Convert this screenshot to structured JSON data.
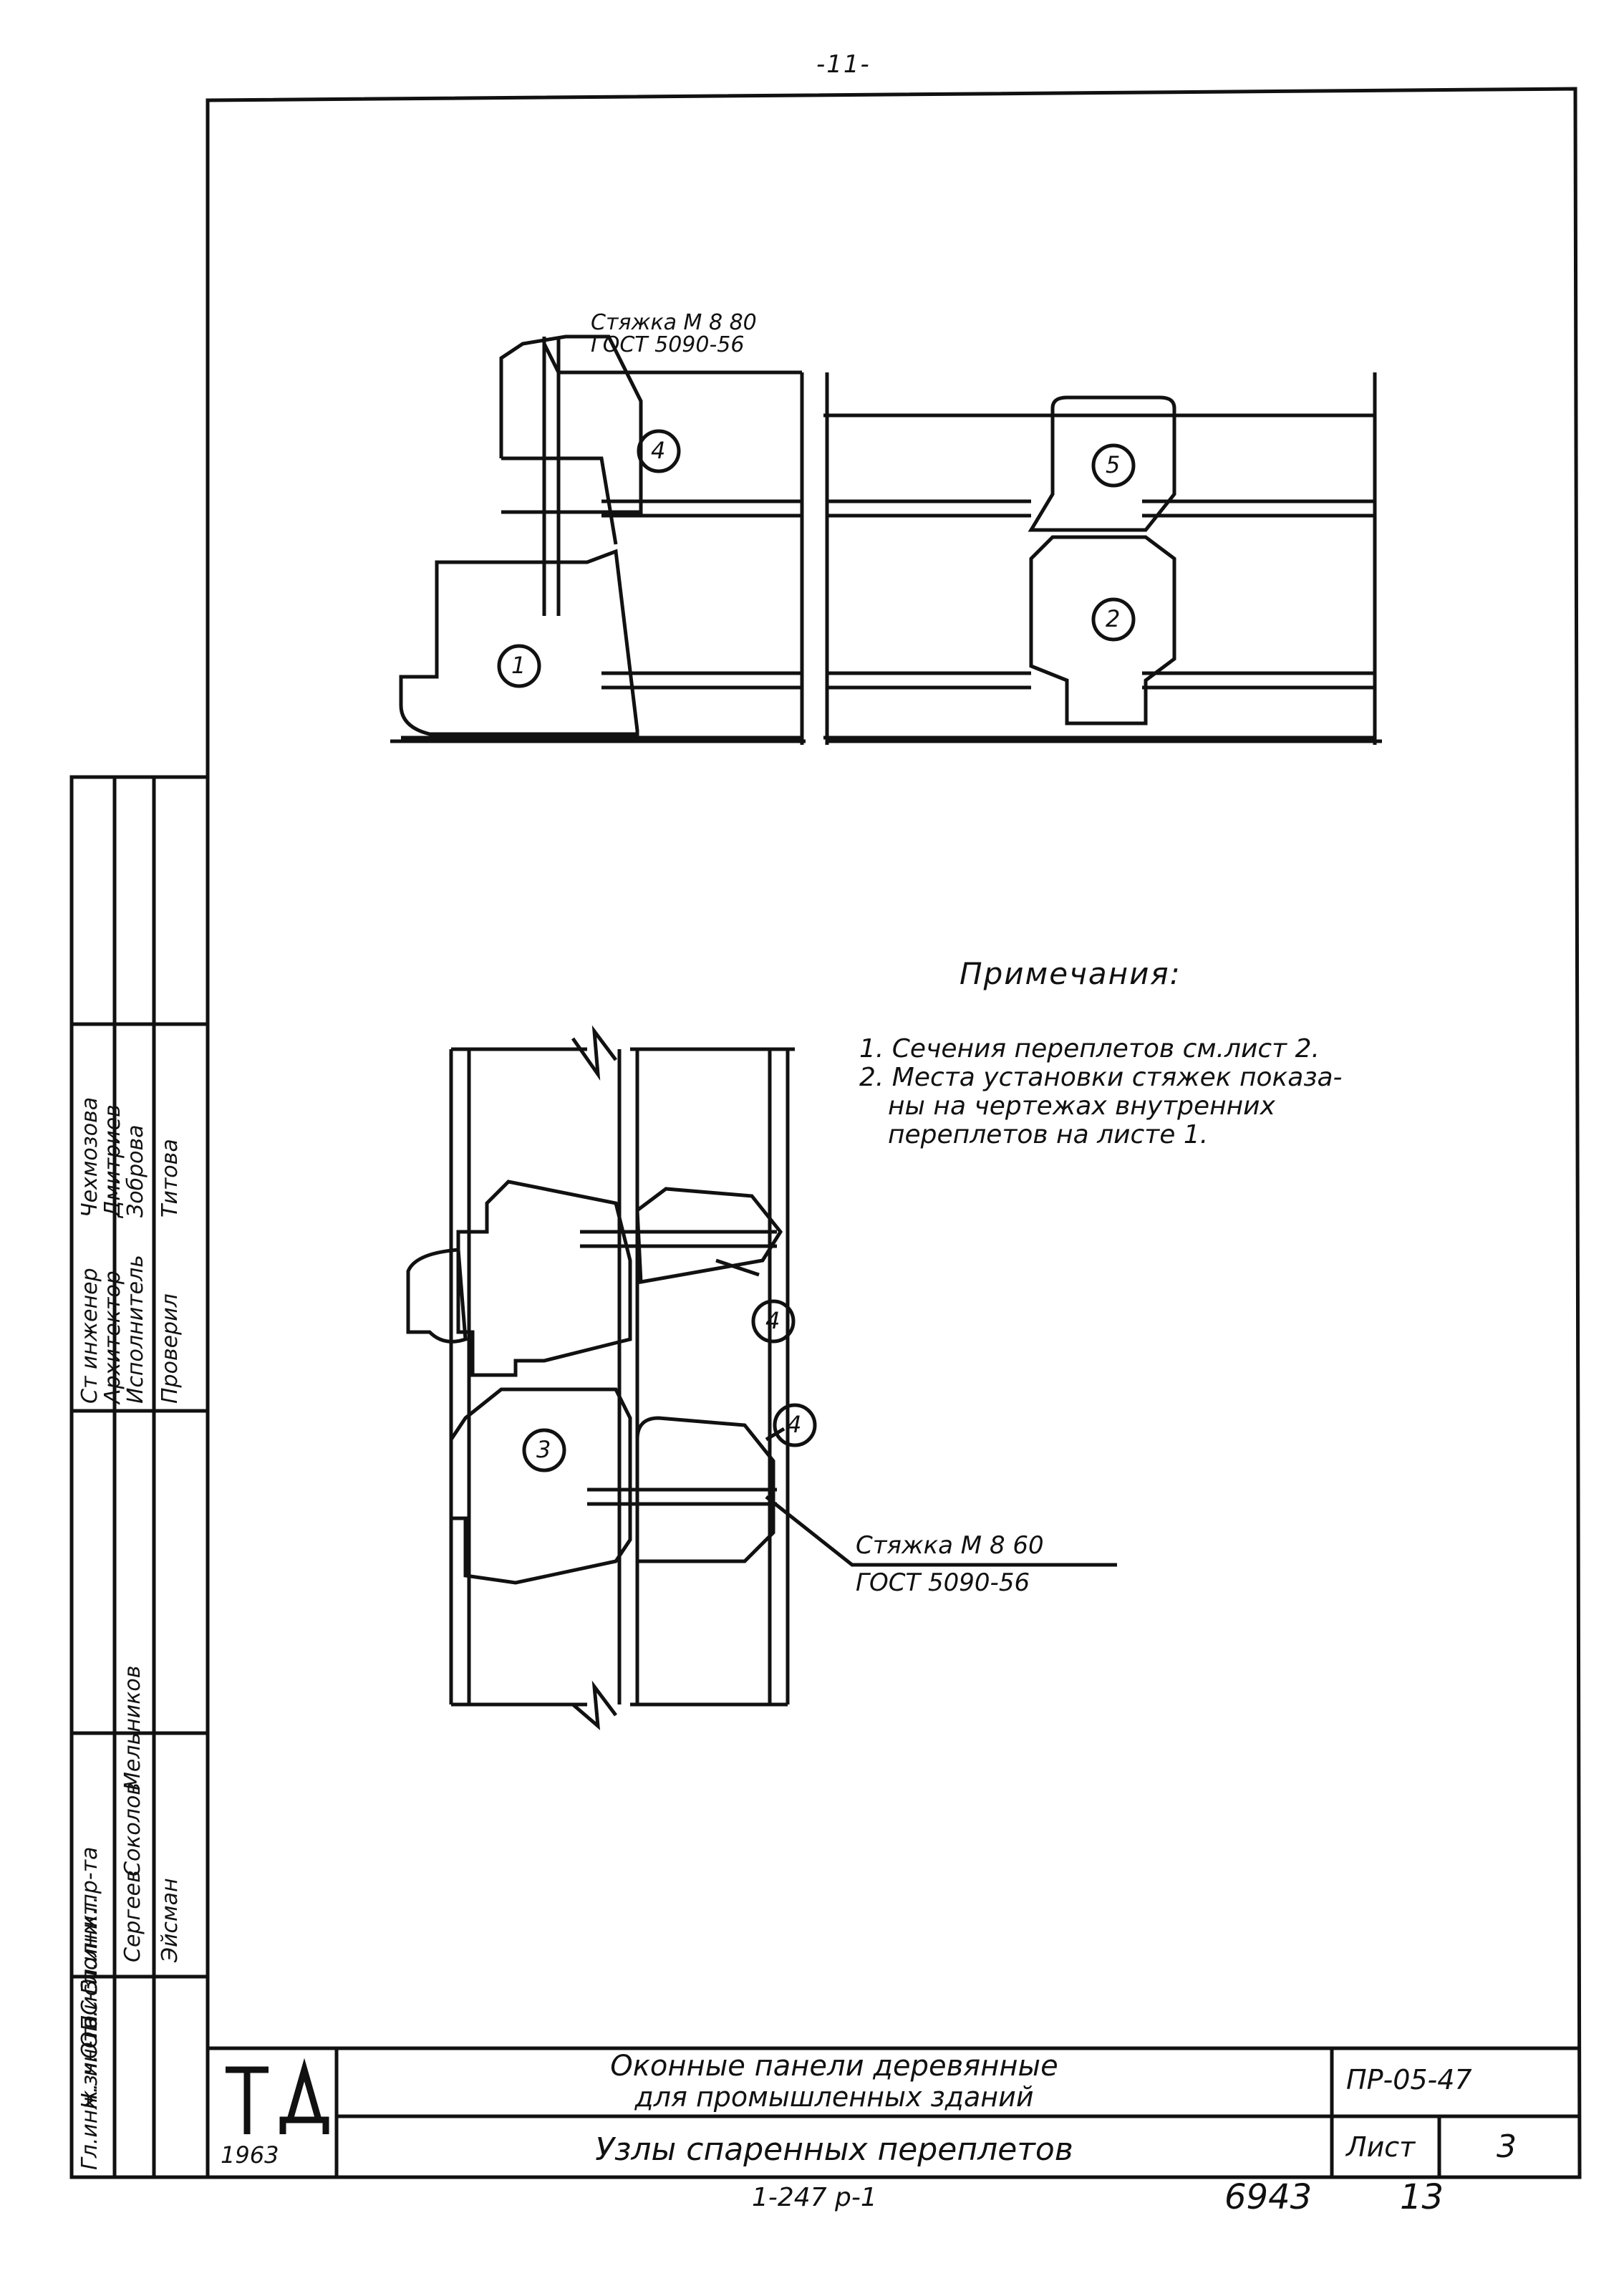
{
  "page_number": "-11-",
  "top_drawing": {
    "leader_label_line1": "Стяжка М 8 80",
    "leader_label_line2": "ГОСТ 5090-56",
    "callouts": [
      "4",
      "5",
      "1",
      "2"
    ]
  },
  "bottom_drawing": {
    "leader_label_line1": "Стяжка М 8 60",
    "leader_label_line2": "ГОСТ 5090-56",
    "callouts": [
      "4",
      "4",
      "3"
    ]
  },
  "notes": {
    "title": "Примечания:",
    "items": [
      "1. Сечения переплетов см.лист 2.",
      "2. Места установки стяжек показа-",
      "ны на чертежах внутренних",
      "переплетов на листе 1."
    ]
  },
  "side_stamp": {
    "roles_left": [
      "Гл.инж. ин-та",
      "Н.зч. ОПС-3",
      "Отв.исполнит.",
      "Гл.инж.пр-та"
    ],
    "names_left": [
      "Сергеев",
      "Соколов",
      "Мельников",
      "Эйсман"
    ],
    "roles_right": [
      "Ст инженер",
      "Архитектор",
      "Исполнитель",
      "Проверил"
    ],
    "names_right": [
      "Чехмозова",
      "Дмитриев",
      "Зоброва",
      "Титова"
    ]
  },
  "title_block": {
    "logo": "ТД",
    "year": "1963",
    "title_line1": "Оконные панели деревянные",
    "title_line2": "для промышленных зданий",
    "subtitle": "Узлы спаренных переплетов",
    "doc_code": "ПР-05-47",
    "sheet_label": "Лист",
    "sheet_number": "3"
  },
  "footer": {
    "series": "1-247 р-1",
    "inventory": "6943",
    "page": "13"
  }
}
